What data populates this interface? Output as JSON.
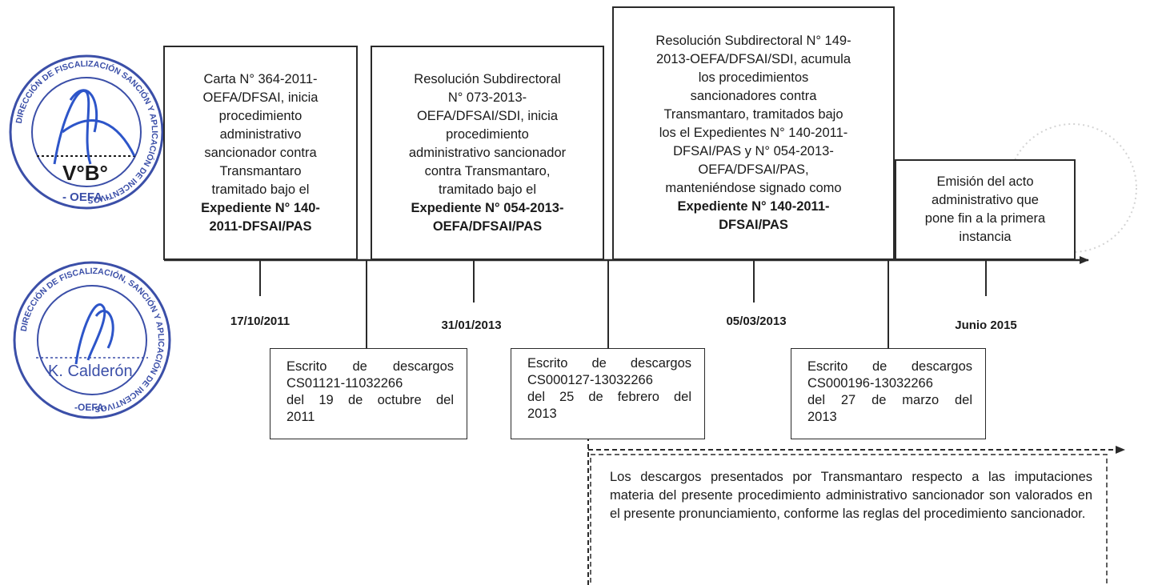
{
  "top_events": [
    {
      "lines": [
        "Carta N° 364-2011-",
        "OEFA/DFSAI, inicia",
        "procedimiento",
        "administrativo",
        "sancionador contra",
        "Transmantaro",
        "tramitado bajo el"
      ],
      "bold_lines": [
        "Expediente N° 140-",
        "2011-DFSAI/PAS"
      ]
    },
    {
      "lines": [
        "Resolución Subdirectoral",
        "N° 073-2013-",
        "OEFA/DFSAI/SDI, inicia",
        "procedimiento",
        "administrativo sancionador",
        "contra Transmantaro,",
        "tramitado bajo el"
      ],
      "bold_lines": [
        "Expediente N° 054-2013-",
        "OEFA/DFSAI/PAS"
      ]
    },
    {
      "lines": [
        "Resolución Subdirectoral N° 149-",
        "2013-OEFA/DFSAI/SDI, acumula",
        "los procedimientos",
        "sancionadores contra",
        "Transmantaro, tramitados bajo",
        "los el Expedientes N° 140-2011-",
        "DFSAI/PAS y N° 054-2013-",
        "OEFA/DFSAI/PAS,",
        "manteniéndose signado como"
      ],
      "bold_lines": [
        "Expediente N° 140-2011-",
        "DFSAI/PAS"
      ]
    },
    {
      "lines": [
        "Emisión del acto",
        "administrativo que",
        "pone fin a la primera",
        "instancia"
      ],
      "bold_lines": []
    }
  ],
  "dates": [
    "17/10/2011",
    "31/01/2013",
    "05/03/2013",
    "Junio 2015"
  ],
  "bottom_events": [
    {
      "lines": [
        "Escrito de descargos",
        "CS01121-11032266",
        "del 19 de octubre del",
        "2011"
      ]
    },
    {
      "lines": [
        "Escrito de descargos",
        "CS000127-13032266",
        "del 25 de febrero del",
        "2013"
      ]
    },
    {
      "lines": [
        "Escrito de descargos",
        "CS000196-13032266",
        "del 27 de marzo del",
        "2013"
      ]
    }
  ],
  "note": "Los descargos presentados por Transmantaro respecto a las imputaciones materia del presente procedimiento administrativo sancionador son valorados en el presente pronunciamiento, conforme las reglas del procedimiento sancionador.",
  "stamps": [
    {
      "ring_text": "DIRECCIÓN DE FISCALIZACIÓN SANCIÓN Y APLICACIÓN DE INCENTIVOS",
      "center": "V°B°",
      "bottom": "- OEFA -"
    },
    {
      "ring_text": "DIRECCIÓN DE FISCALIZACIÓN, SANCIÓN Y APLICACIÓN DE INCENTIVOS",
      "center": "K. Calderón",
      "bottom": "-OEFA-"
    }
  ],
  "colors": {
    "ink": "#1a1a1a",
    "stamp": "#3b4fa8",
    "signature": "#2d55c9"
  }
}
